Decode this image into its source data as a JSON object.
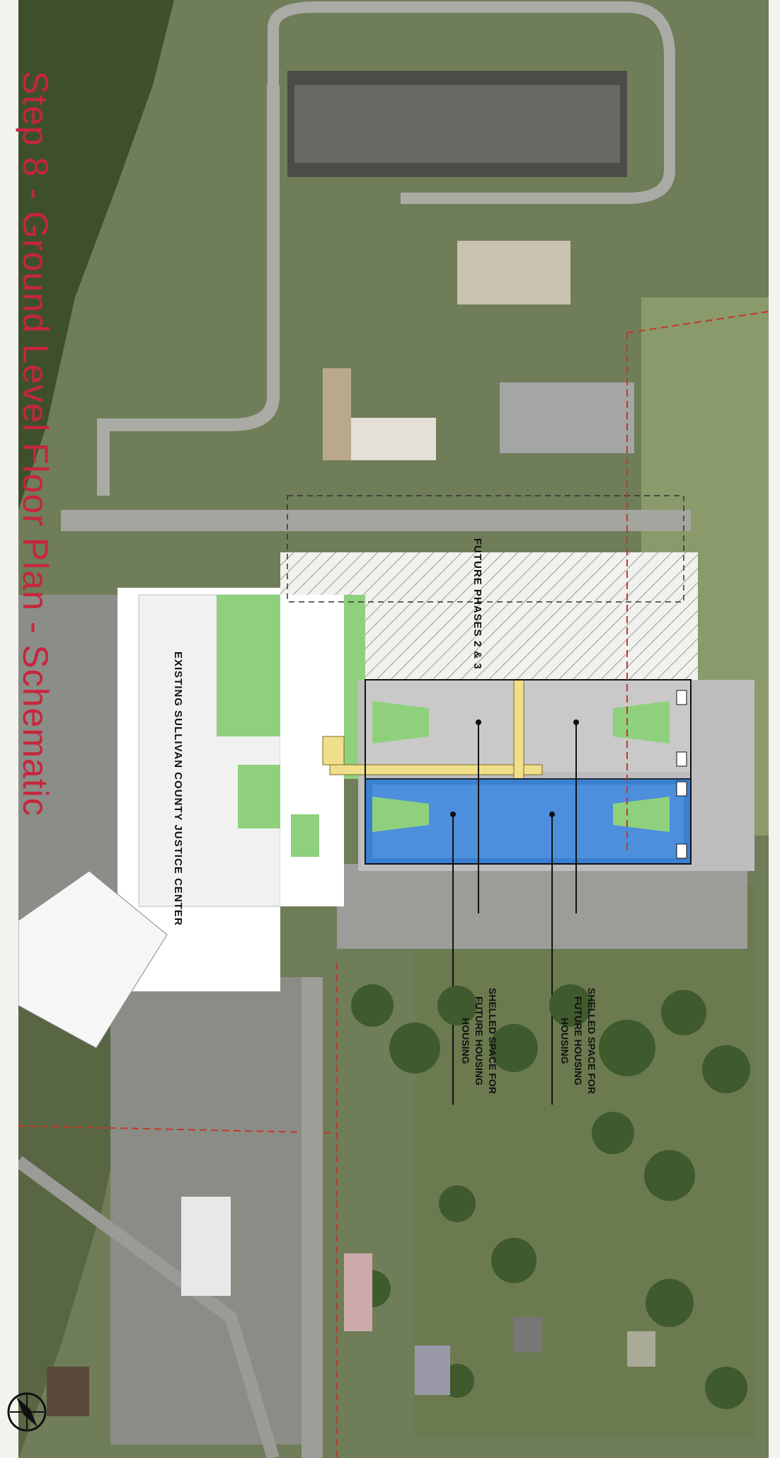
{
  "sheet": {
    "title": "Step 8 - Ground Level Floor Plan - Schematic",
    "background_color": "#f4f2ee",
    "title_color": "#c7253e"
  },
  "labels": {
    "future_phases": "FUTURE PHASES 2 & 3",
    "existing_center": "EXISTING SULLIVAN COUNTY JUSTICE CENTER",
    "shelled_space_upper": "SHELLED SPACE FOR\nFUTURE HOUSING\nHOUSING",
    "shelled_space_lower": "SHELLED SPACE FOR\nFUTURE HOUSING\nHOUSING"
  },
  "colors": {
    "aerial_green": "#6f7d59",
    "new_building": "#c9c9c9",
    "housing_blue": "#3b7fd1",
    "corridor_yellow": "#f0df8a",
    "green_courtyard": "#8fd07d",
    "property_line": "#c0392b"
  },
  "icons": [
    "north-arrow-icon"
  ]
}
